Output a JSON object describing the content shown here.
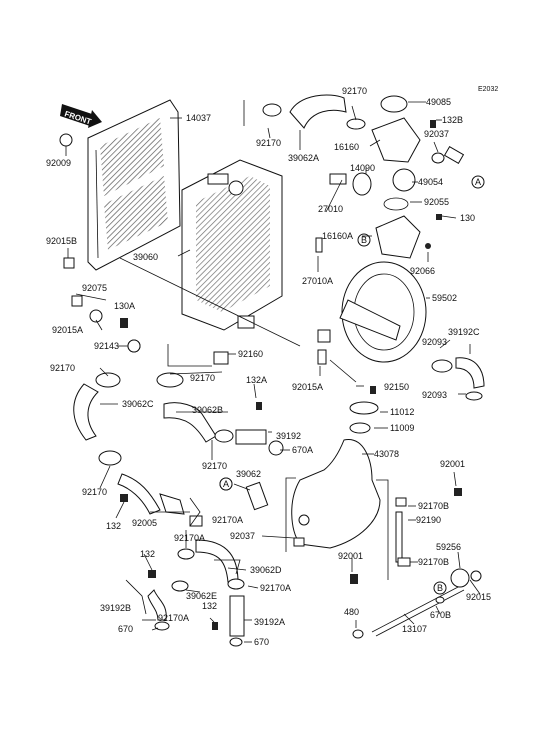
{
  "diagram": {
    "code": "E2032",
    "front_label": "FRONT",
    "parts": {
      "p14037": "14037",
      "p92009": "92009",
      "p92015B": "92015B",
      "p39060": "39060",
      "p92075": "92075",
      "p130A": "130A",
      "p92015A_l": "92015A",
      "p92143": "92143",
      "p92170_a": "92170",
      "p39062C": "39062C",
      "p92170_b": "92170",
      "p132_a": "132",
      "p92005": "92005",
      "p92170A_a": "92170A",
      "p92170A_b": "92170A",
      "p132_b": "132",
      "p39192B": "39192B",
      "p92170A_c": "92170A",
      "p670_a": "670",
      "p92170_top1": "92170",
      "p92170_top2": "92170",
      "p39062A": "39062A",
      "p16160": "16160",
      "p49085": "49085",
      "p132B": "132B",
      "p92037_a": "92037",
      "p14090": "14090",
      "p49054": "49054",
      "pA_1": "A",
      "p27010": "27010",
      "p92055": "92055",
      "p130": "130",
      "p16160A": "16160A",
      "pB_1": "B",
      "p92066": "92066",
      "p27010A": "27010A",
      "p59502": "59502",
      "p92160": "92160",
      "p92170_c": "92170",
      "p132A": "132A",
      "p92015A_r": "92015A",
      "p92150": "92150",
      "p39192C": "39192C",
      "p92093_a": "92093",
      "p92093_b": "92093",
      "p39062B": "39062B",
      "p39192": "39192",
      "p670A": "670A",
      "p11012": "11012",
      "p11009": "11009",
      "p43078": "43078",
      "p92170_d": "92170",
      "pA_2": "A",
      "p39062": "39062",
      "p92001_a": "92001",
      "p92170B_a": "92170B",
      "p92190": "92190",
      "p92037_b": "92037",
      "p92001_b": "92001",
      "p92170B_b": "92170B",
      "p39062D": "39062D",
      "p92170A_d": "92170A",
      "p39062E": "39062E",
      "p132_c": "132",
      "p39192A": "39192A",
      "p670_b": "670",
      "p59256": "59256",
      "p92015": "92015",
      "p670B": "670B",
      "p480": "480",
      "p13107": "13107",
      "pB_2": "B"
    }
  }
}
